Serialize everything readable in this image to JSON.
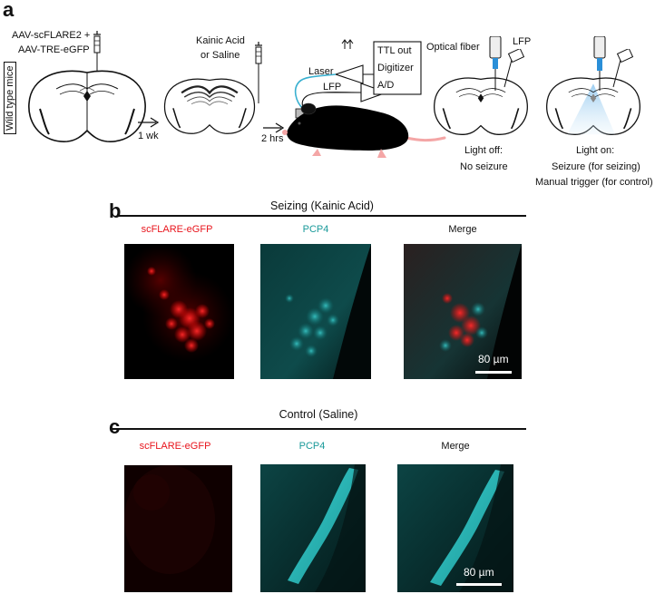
{
  "panel_a": {
    "letter": "a",
    "mouse_strain": "Wild type mice",
    "virus_line1": "AAV-scFLARE2 +",
    "virus_line2": "AAV-TRE-eGFP",
    "interval1": "1 wk",
    "drug_line1": "Kainic Acid",
    "drug_line2": "or Saline",
    "interval2": "2 hrs",
    "laser": "Laser",
    "lfp_rig": "LFP",
    "ttl": "TTL out",
    "digitizer": "Digitizer",
    "ad": "A/D",
    "optical_fiber": "Optical fiber",
    "lfp_probe": "LFP",
    "light_off_line1": "Light off:",
    "light_off_line2": "No seizure",
    "light_on_line1": "Light on:",
    "light_on_line2": "Seizure (for seizing)",
    "light_on_line3": "Manual trigger (for control)"
  },
  "panel_b": {
    "letter": "b",
    "header": "Seizing (Kainic Acid)",
    "col1": "scFLARE-eGFP",
    "col2": "PCP4",
    "col3": "Merge",
    "scale": "80 µm"
  },
  "panel_c": {
    "letter": "c",
    "header": "Control (Saline)",
    "col1": "scFLARE-eGFP",
    "col2": "PCP4",
    "col3": "Merge",
    "scale": "80 µm"
  },
  "colors": {
    "red_channel": "#e8141c",
    "cyan_channel": "#1a9a9a",
    "fiber_blue": "#2a8fd8",
    "mouse_nose": "#f4a6a6"
  }
}
